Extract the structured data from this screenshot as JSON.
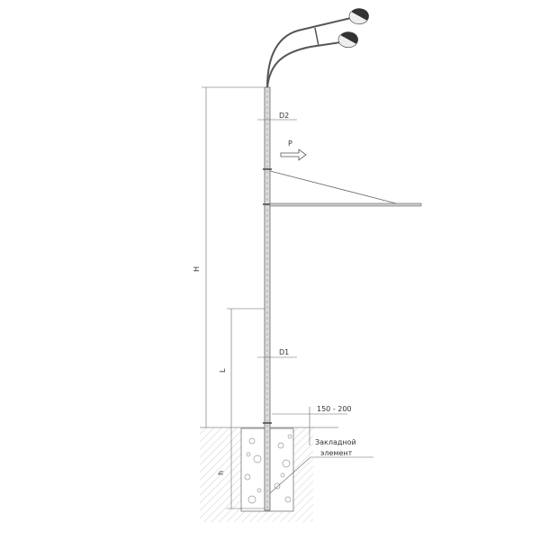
{
  "labels": {
    "d2": "D2",
    "d1": "D1",
    "p": "P",
    "h_total": "H",
    "l": "L",
    "h_depth": "h",
    "offset": "150 - 200",
    "embed_line1": "Закладной",
    "embed_line2": "элемент"
  }
}
